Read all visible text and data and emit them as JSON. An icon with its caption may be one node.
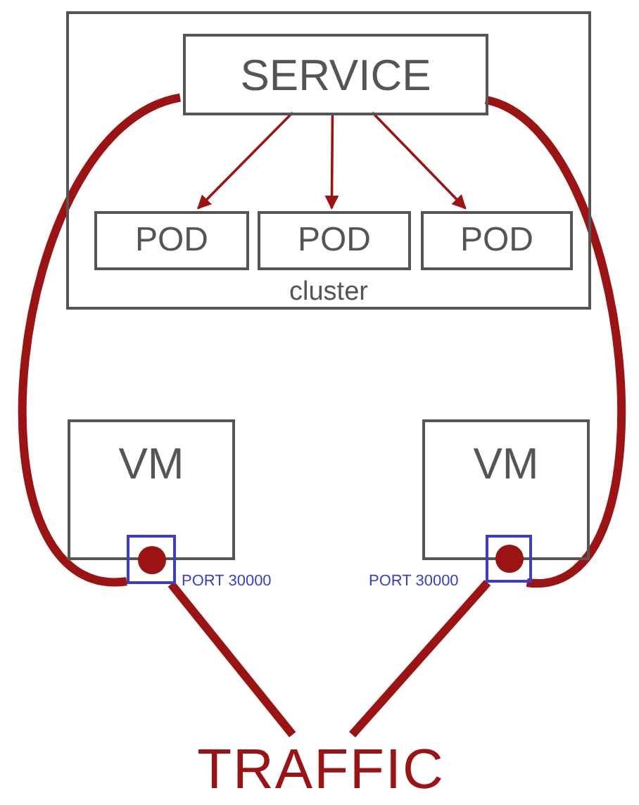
{
  "diagram": {
    "nodes": [
      {
        "text": [
          "cluster"
        ]
      },
      {
        "text": [
          "SERVICE"
        ],
        "in": 0
      },
      {
        "text": [
          "POD"
        ],
        "in": 0
      },
      {
        "text": [
          "POD"
        ],
        "in": 0
      },
      {
        "text": [
          "POD"
        ],
        "in": 0
      },
      {
        "text": [
          "VM"
        ]
      },
      {
        "text": [
          "VM"
        ]
      },
      {
        "text": [],
        "shape": "box"
      },
      {
        "text": [],
        "shape": "box"
      },
      {
        "text": [
          "TRAFFIC"
        ]
      }
    ],
    "edges": [
      {
        "from": 1,
        "to": 2,
        "arrow": "to"
      },
      {
        "from": 1,
        "to": 3,
        "arrow": "to"
      },
      {
        "from": 1,
        "to": 4,
        "arrow": "to"
      },
      {
        "from": 9,
        "to": 7,
        "arrow": "none"
      },
      {
        "from": 7,
        "to": 1,
        "arrow": "none"
      },
      {
        "from": 9,
        "to": 8,
        "arrow": "none"
      },
      {
        "from": 8,
        "to": 1,
        "arrow": "none"
      }
    ],
    "labels": [
      "PORT 30000",
      "PORT 30000"
    ]
  }
}
